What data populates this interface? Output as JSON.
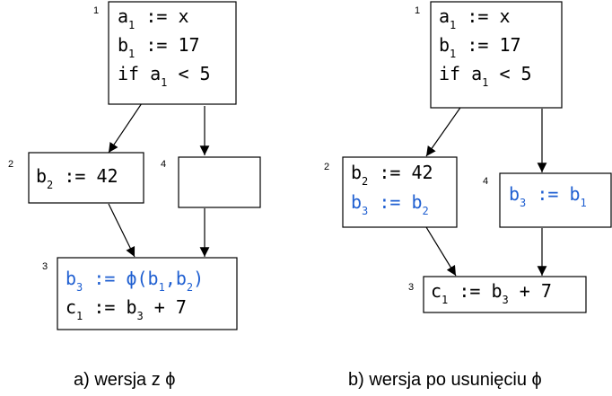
{
  "diagram_a": {
    "caption": "a) wersja z ϕ",
    "blocks": [
      {
        "id": "1",
        "lines": [
          [
            {
              "t": "a"
            },
            {
              "t": "1",
              "sub": true
            },
            {
              "t": " := x"
            }
          ],
          [
            {
              "t": "b"
            },
            {
              "t": "1",
              "sub": true
            },
            {
              "t": " := 17"
            }
          ],
          [
            {
              "t": "if a"
            },
            {
              "t": "1",
              "sub": true
            },
            {
              "t": " < 5"
            }
          ]
        ]
      },
      {
        "id": "2",
        "lines": [
          [
            {
              "t": "b"
            },
            {
              "t": "2",
              "sub": true
            },
            {
              "t": " := 42"
            }
          ]
        ]
      },
      {
        "id": "4",
        "lines": []
      },
      {
        "id": "3",
        "lines": [
          [
            {
              "t": "b",
              "blue": true
            },
            {
              "t": "3",
              "sub": true,
              "blue": true
            },
            {
              "t": " := ϕ(b",
              "blue": true
            },
            {
              "t": "1",
              "sub": true,
              "blue": true
            },
            {
              "t": ",b",
              "blue": true
            },
            {
              "t": "2",
              "sub": true,
              "blue": true
            },
            {
              "t": ")",
              "blue": true
            }
          ],
          [
            {
              "t": "c"
            },
            {
              "t": "1",
              "sub": true
            },
            {
              "t": " := b"
            },
            {
              "t": "3",
              "sub": true
            },
            {
              "t": " + 7"
            }
          ]
        ]
      }
    ]
  },
  "diagram_b": {
    "caption": "b) wersja po usunięciu ϕ",
    "blocks": [
      {
        "id": "1",
        "lines": [
          [
            {
              "t": "a"
            },
            {
              "t": "1",
              "sub": true
            },
            {
              "t": " := x"
            }
          ],
          [
            {
              "t": "b"
            },
            {
              "t": "1",
              "sub": true
            },
            {
              "t": " := 17"
            }
          ],
          [
            {
              "t": "if a"
            },
            {
              "t": "1",
              "sub": true
            },
            {
              "t": " < 5"
            }
          ]
        ]
      },
      {
        "id": "2",
        "lines": [
          [
            {
              "t": "b"
            },
            {
              "t": "2",
              "sub": true
            },
            {
              "t": " := 42"
            }
          ],
          [
            {
              "t": "b",
              "blue": true
            },
            {
              "t": "3",
              "sub": true,
              "blue": true
            },
            {
              "t": " := b",
              "blue": true
            },
            {
              "t": "2",
              "sub": true,
              "blue": true
            }
          ]
        ]
      },
      {
        "id": "4",
        "lines": [
          [
            {
              "t": "b",
              "blue": true
            },
            {
              "t": "3",
              "sub": true,
              "blue": true
            },
            {
              "t": " := b",
              "blue": true
            },
            {
              "t": "1",
              "sub": true,
              "blue": true
            }
          ]
        ]
      },
      {
        "id": "3",
        "lines": [
          [
            {
              "t": "c"
            },
            {
              "t": "1",
              "sub": true
            },
            {
              "t": " := b"
            },
            {
              "t": "3",
              "sub": true
            },
            {
              "t": " + 7"
            }
          ]
        ]
      }
    ]
  },
  "colors": {
    "highlight": "#1f5fd1",
    "text": "#000000"
  }
}
